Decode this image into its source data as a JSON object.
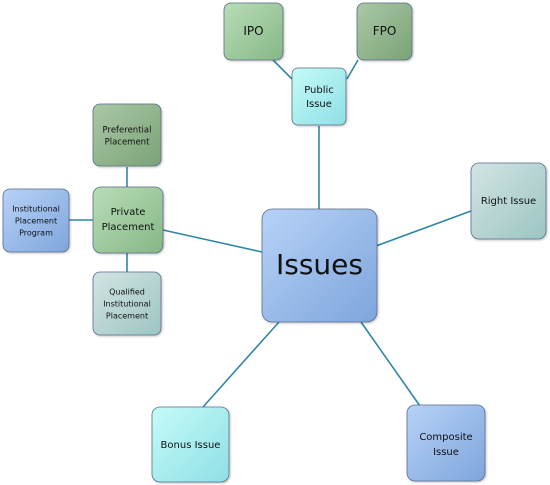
{
  "diagram": {
    "center": {
      "label": "Issues"
    },
    "nodes": {
      "ipo": {
        "label": "IPO"
      },
      "fpo": {
        "label": "FPO"
      },
      "public_issue": {
        "lines": [
          "Public",
          "Issue"
        ]
      },
      "right_issue": {
        "label": "Right Issue"
      },
      "preferential_placement": {
        "lines": [
          "Preferential",
          "Placement"
        ]
      },
      "private_placement": {
        "lines": [
          "Private",
          "Placement"
        ]
      },
      "institutional_placement_program": {
        "lines": [
          "Institutional",
          "Placement",
          "Program"
        ]
      },
      "qualified_institutional_placement": {
        "lines": [
          "Qualified",
          "Institutional",
          "Placement"
        ]
      },
      "bonus_issue": {
        "label": "Bonus Issue"
      },
      "composite_issue": {
        "lines": [
          "Composite",
          "Issue"
        ]
      }
    },
    "colors": {
      "blue_start": "#b7d2f7",
      "blue_end": "#7ea5dc",
      "green_start": "#b8ddb8",
      "green_end": "#86b786",
      "green_dark_start": "#aac8a6",
      "green_dark_end": "#7aa277",
      "aqua_start": "#c5fbf7",
      "aqua_end": "#8edfe6",
      "teal_start": "#d2e4e3",
      "teal_end": "#9cc5c2",
      "connector": "#2f86a6"
    }
  }
}
